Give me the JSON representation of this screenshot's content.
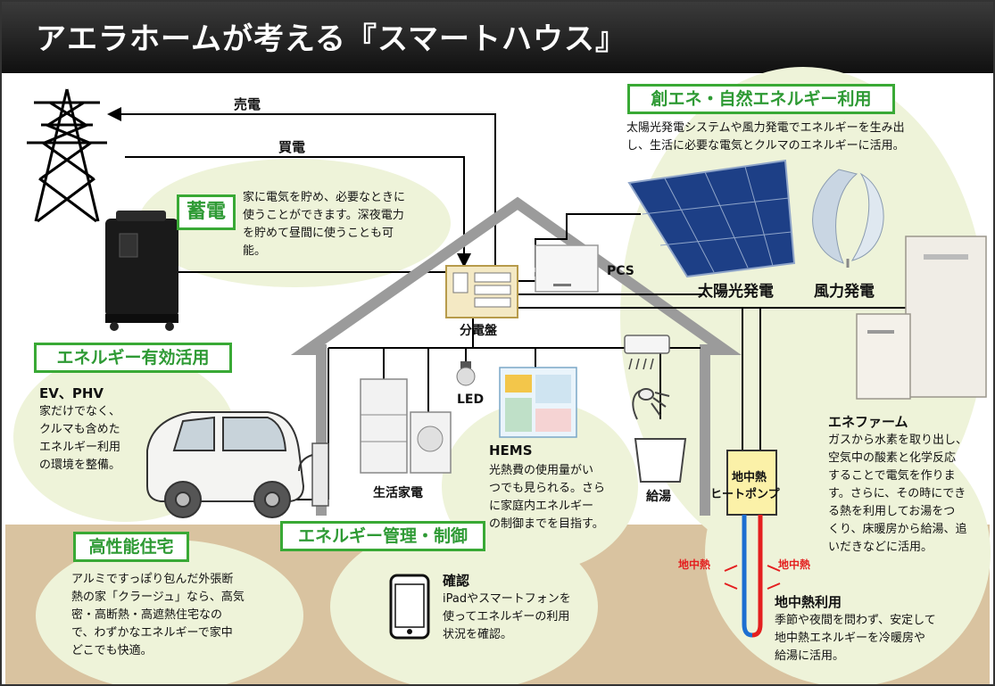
{
  "title": "アエラホームが考える『スマートハウス』",
  "grid": {
    "sell": "売電",
    "buy": "買電"
  },
  "storage": {
    "label": "蓄電",
    "desc": "家に電気を貯め、必要なときに\n使うことができます。深夜電力\nを貯めて昼間に使うことも可\n能。"
  },
  "create_energy": {
    "label": "創エネ・自然エネルギー利用",
    "desc": "太陽光発電システムや風力発電でエネルギーを生み出\nし、生活に必要な電気とクルマのエネルギーに活用。"
  },
  "devices": {
    "pcs": "PCS",
    "solar": "太陽光発電",
    "wind": "風力発電",
    "panel": "分電盤",
    "led": "LED",
    "appliances": "生活家電",
    "water": "給湯",
    "hp_line1": "地中熱",
    "hp_line2": "ヒートポンプ"
  },
  "effective": {
    "label": "エネルギー有効活用",
    "heading": "EV、PHV",
    "desc": "家だけでなく、\nクルマも含めた\nエネルギー利用\nの環境を整備。"
  },
  "hems": {
    "heading": "HEMS",
    "desc": "光熱費の使用量がい\nつでも見られる。さら\nに家庭内エネルギー\nの制御までを目指す。"
  },
  "management": {
    "label": "エネルギー管理・制御"
  },
  "confirm": {
    "heading": "確認",
    "desc": "iPadやスマートフォンを\n使ってエネルギーの利用\n状況を確認。"
  },
  "performance": {
    "label": "高性能住宅",
    "desc": "アルミですっぽり包んだ外張断\n熱の家「クラージュ」なら、高気\n密・高断熱・高遮熱住宅なの\nで、わずかなエネルギーで家中\nどこでも快適。"
  },
  "enefarm": {
    "heading": "エネファーム",
    "desc": "ガスから水素を取り出し、\n空気中の酸素と化学反応\nすることで電気を作りま\nす。さらに、その時にでき\nる熱を利用してお湯をつ\nくり、床暖房から給湯、追\nいだきなどに活用。"
  },
  "geothermal": {
    "left": "地中熱",
    "right": "地中熱",
    "heading": "地中熱利用",
    "desc": "季節や夜間を問わず、安定して\n地中熱エネルギーを冷暖房や\n給湯に活用。"
  },
  "colors": {
    "green_label": "#39a935",
    "ground": "#d9c3a0",
    "bubble": "#eef3d9",
    "house": "#9b9b9b",
    "red": "#e41f1f",
    "blue": "#1d6fd1"
  }
}
